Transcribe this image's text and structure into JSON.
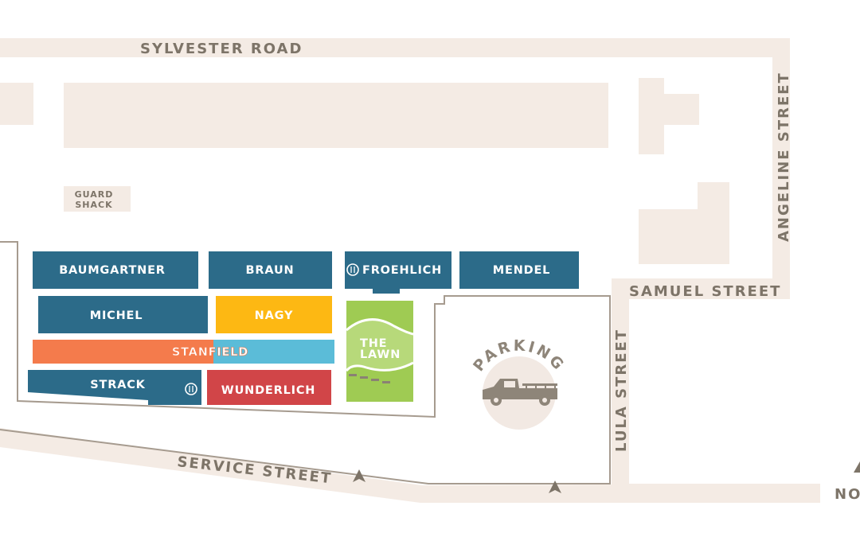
{
  "roads": {
    "sylvester": "SYLVESTER ROAD",
    "angeline": "ANGELINE STREET",
    "samuel": "SAMUEL STREET",
    "lula": "LULA STREET",
    "service": "SERVICE STREET",
    "north_partial": "NO"
  },
  "landmarks": {
    "guard_shack_line1": "GUARD",
    "guard_shack_line2": "SHACK",
    "parking": "PARKING",
    "lawn_line1": "THE",
    "lawn_line2": "LAWN"
  },
  "buildings": {
    "baumgartner": "BAUMGARTNER",
    "braun": "BRAUN",
    "froehlich": "FROEHLICH",
    "mendel": "MENDEL",
    "michel": "MICHEL",
    "nagy": "NAGY",
    "stanfield": "STANFIELD",
    "strack": "STRACK",
    "wunderlich": "WUNDERLICH"
  },
  "icons": {
    "restaurant": "fork-knife-icon",
    "truck": "pickup-truck-icon",
    "direction": "up-arrow-icon",
    "picnic": "picnic-table-icon"
  },
  "colors": {
    "road": "#f4ebe4",
    "label": "#7d7468",
    "teal": "#2c6b89",
    "yellow": "#fdb813",
    "orange": "#f47b4c",
    "light_blue": "#5bbcd8",
    "red": "#d14548",
    "green": "#9fcb53",
    "parking_circle": "#f2e9e3"
  }
}
